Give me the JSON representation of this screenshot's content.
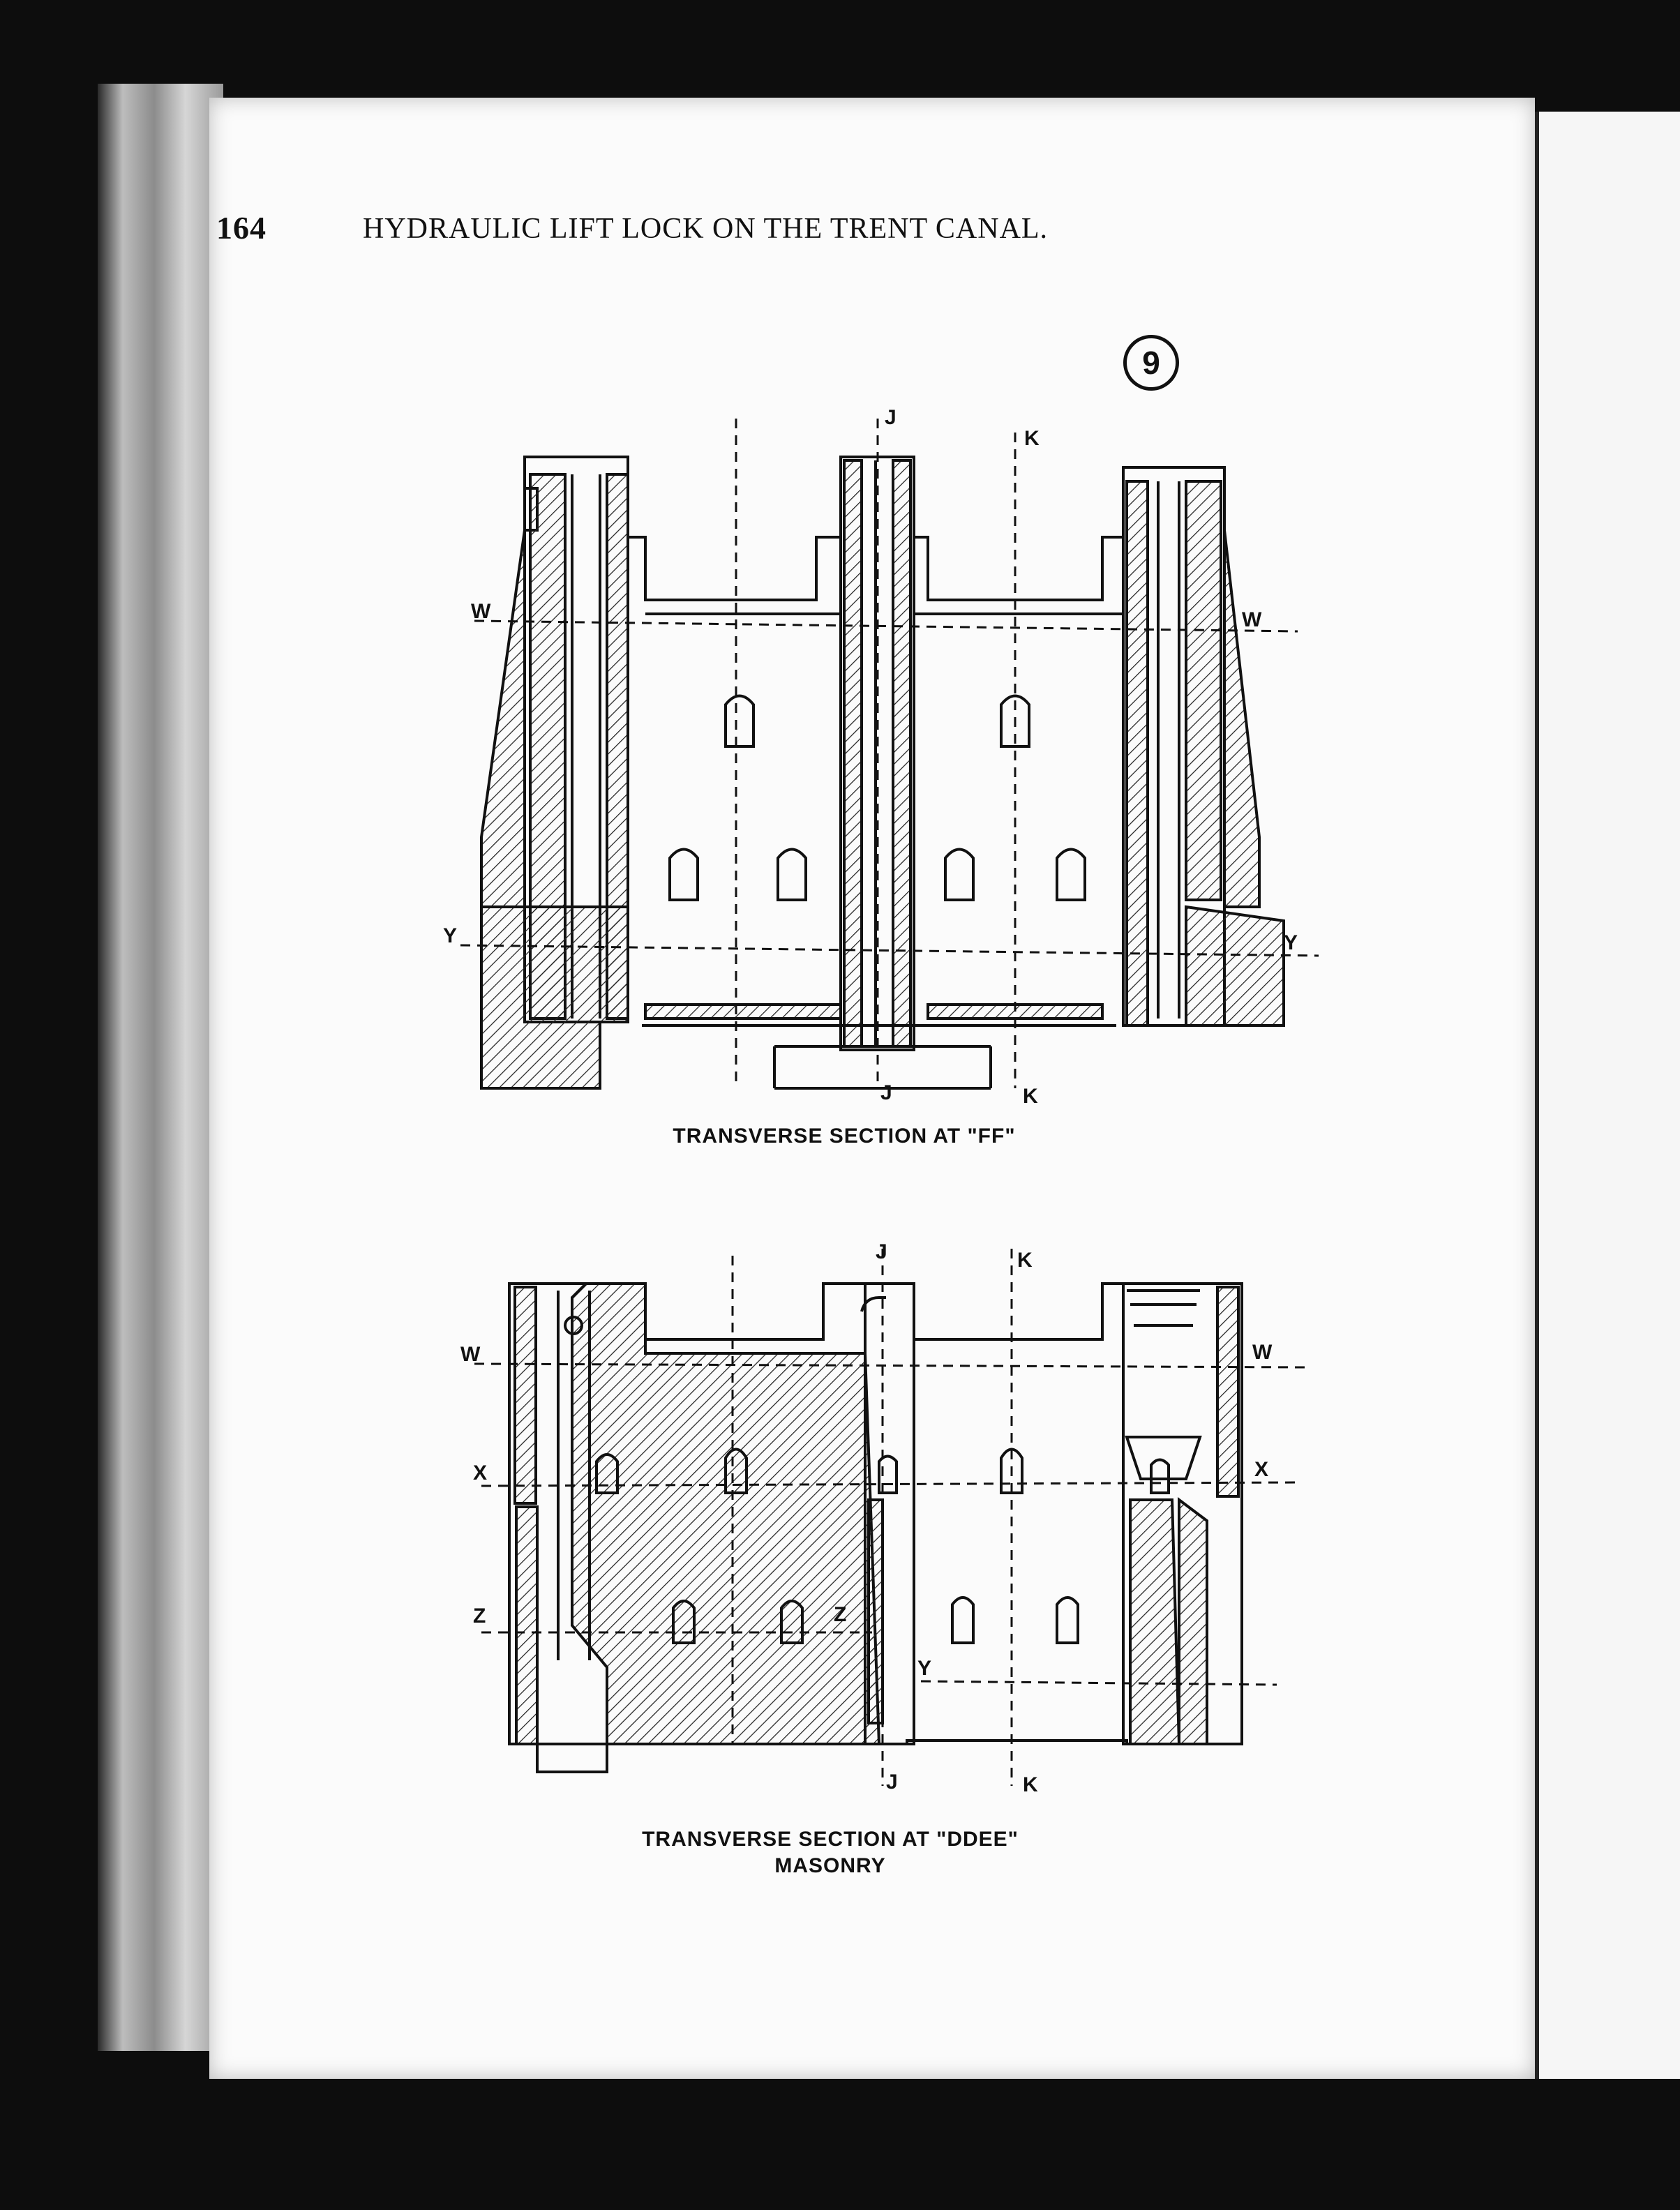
{
  "page": {
    "number": "164",
    "running_title": "HYDRAULIC LIFT LOCK ON THE TRENT CANAL.",
    "figure_number": "9"
  },
  "figures": {
    "top": {
      "caption": "TRANSVERSE SECTION AT \"FF\"",
      "labels": {
        "w": "W",
        "y": "Y",
        "j": "J",
        "k": "K"
      }
    },
    "bottom": {
      "caption": "TRANSVERSE SECTION AT \"DDEE\"",
      "subcaption": "MASONRY",
      "labels": {
        "w": "W",
        "x": "X",
        "z": "Z",
        "y": "Y",
        "j": "J",
        "k": "K"
      }
    }
  }
}
